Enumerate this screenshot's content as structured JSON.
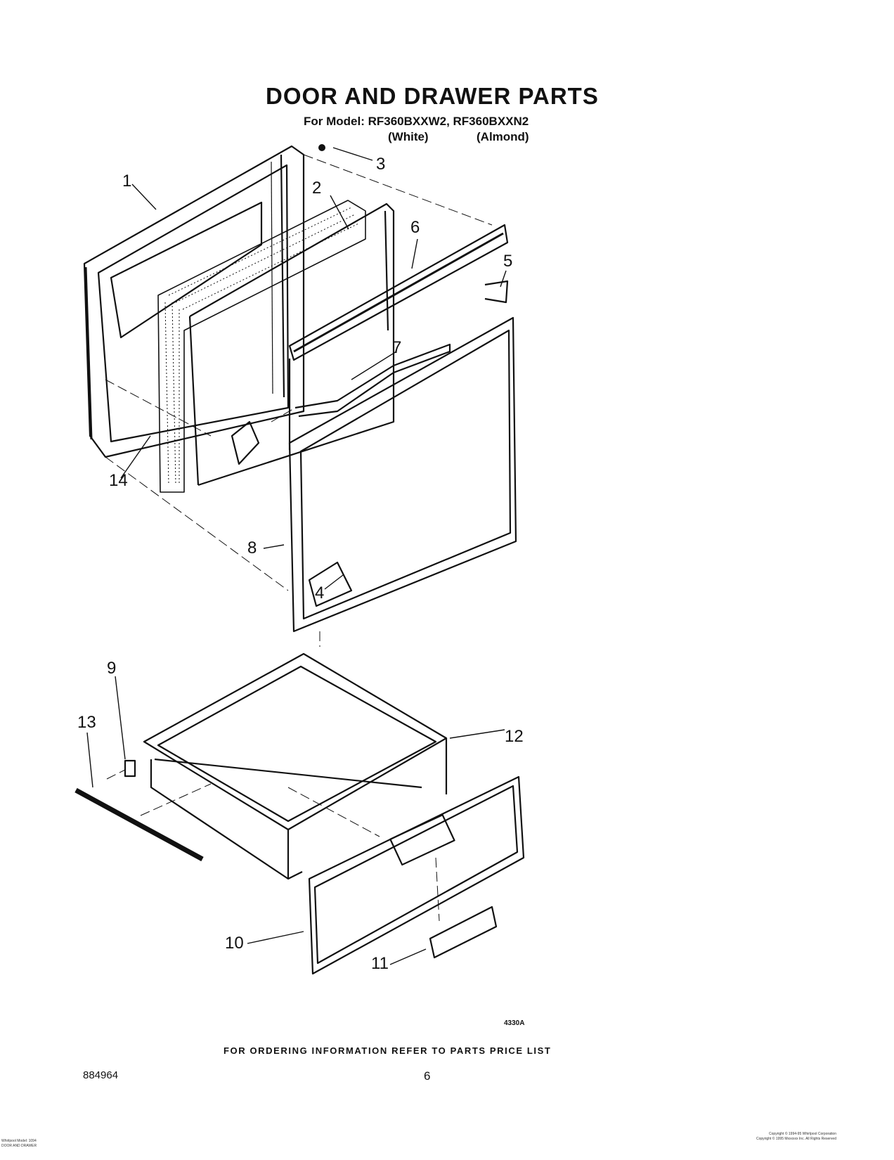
{
  "header": {
    "title": "DOOR AND DRAWER PARTS",
    "model_line": "For Model: RF360BXXW2, RF360BXXN2",
    "color_white": "(White)",
    "color_almond": "(Almond)"
  },
  "callouts": [
    "1",
    "2",
    "3",
    "4",
    "5",
    "6",
    "7",
    "8",
    "9",
    "10",
    "11",
    "12",
    "13",
    "14"
  ],
  "drawing_code": "4330A",
  "footer": {
    "ordering_note": "FOR ORDERING INFORMATION REFER TO PARTS PRICE LIST",
    "document_number": "884964",
    "page_number": "6",
    "left_small_1": "Whirlpool Model: 1094",
    "left_small_2": "DOOR AND DRAWER",
    "right_small_1": "Copyright © 1994-95 Whirlpool Corporation",
    "right_small_2": "Copyright © 1995 Mxxxxxx Inc. All Rights Reserved"
  }
}
